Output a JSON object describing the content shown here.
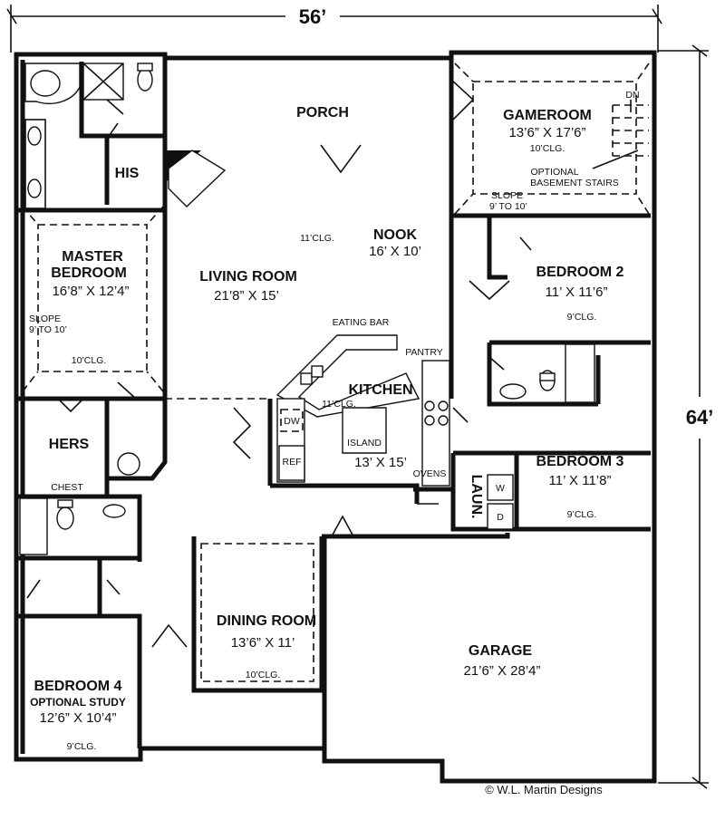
{
  "overall": {
    "width": "56’",
    "depth": "64’"
  },
  "copyright": "© W.L. Martin Designs",
  "rooms": {
    "porch": {
      "name": "PORCH"
    },
    "gameroom": {
      "name": "GAMEROOM",
      "size": "13’6” X 17’6”",
      "ceiling": "10’CLG.",
      "stairs_dn": "DN",
      "stairs_note_1": "OPTIONAL",
      "stairs_note_2": "BASEMENT STAIRS",
      "slope_1": "SLOPE",
      "slope_2": "9’ TO 10’"
    },
    "his": {
      "name": "HIS"
    },
    "master": {
      "name_1": "MASTER",
      "name_2": "BEDROOM",
      "size": "16’8” X 12’4”",
      "slope_1": "SLOPE",
      "slope_2": "9’ TO 10’",
      "ceiling": "10’CLG."
    },
    "living": {
      "name": "LIVING ROOM",
      "size": "21’8” X 15’",
      "ceiling": "11’CLG."
    },
    "nook": {
      "name": "NOOK",
      "size": "16’ X 10’"
    },
    "bedroom2": {
      "name": "BEDROOM 2",
      "size": "11’ X 11’6”",
      "ceiling": "9’CLG."
    },
    "kitchen": {
      "name": "KITCHEN",
      "size": "13’ X 15’",
      "ceiling": "11’CLG.",
      "eating_bar": "EATING BAR",
      "pantry": "PANTRY",
      "island": "ISLAND",
      "dw": "DW",
      "ref": "REF",
      "ovens": "OVENS"
    },
    "hers": {
      "name": "HERS",
      "chest": "CHEST"
    },
    "bedroom3": {
      "name": "BEDROOM 3",
      "size": "11’ X 11’8”",
      "ceiling": "9’CLG."
    },
    "laundry": {
      "name": "LAUN.",
      "washer": "W",
      "dryer": "D"
    },
    "dining": {
      "name": "DINING ROOM",
      "size": "13’6” X 11’",
      "ceiling": "10’CLG."
    },
    "garage": {
      "name": "GARAGE",
      "size": "21’6” X 28’4”"
    },
    "bedroom4": {
      "name_1": "BEDROOM 4",
      "name_2": "OPTIONAL STUDY",
      "size": "12’6” X 10’4”",
      "ceiling": "9’CLG."
    }
  }
}
